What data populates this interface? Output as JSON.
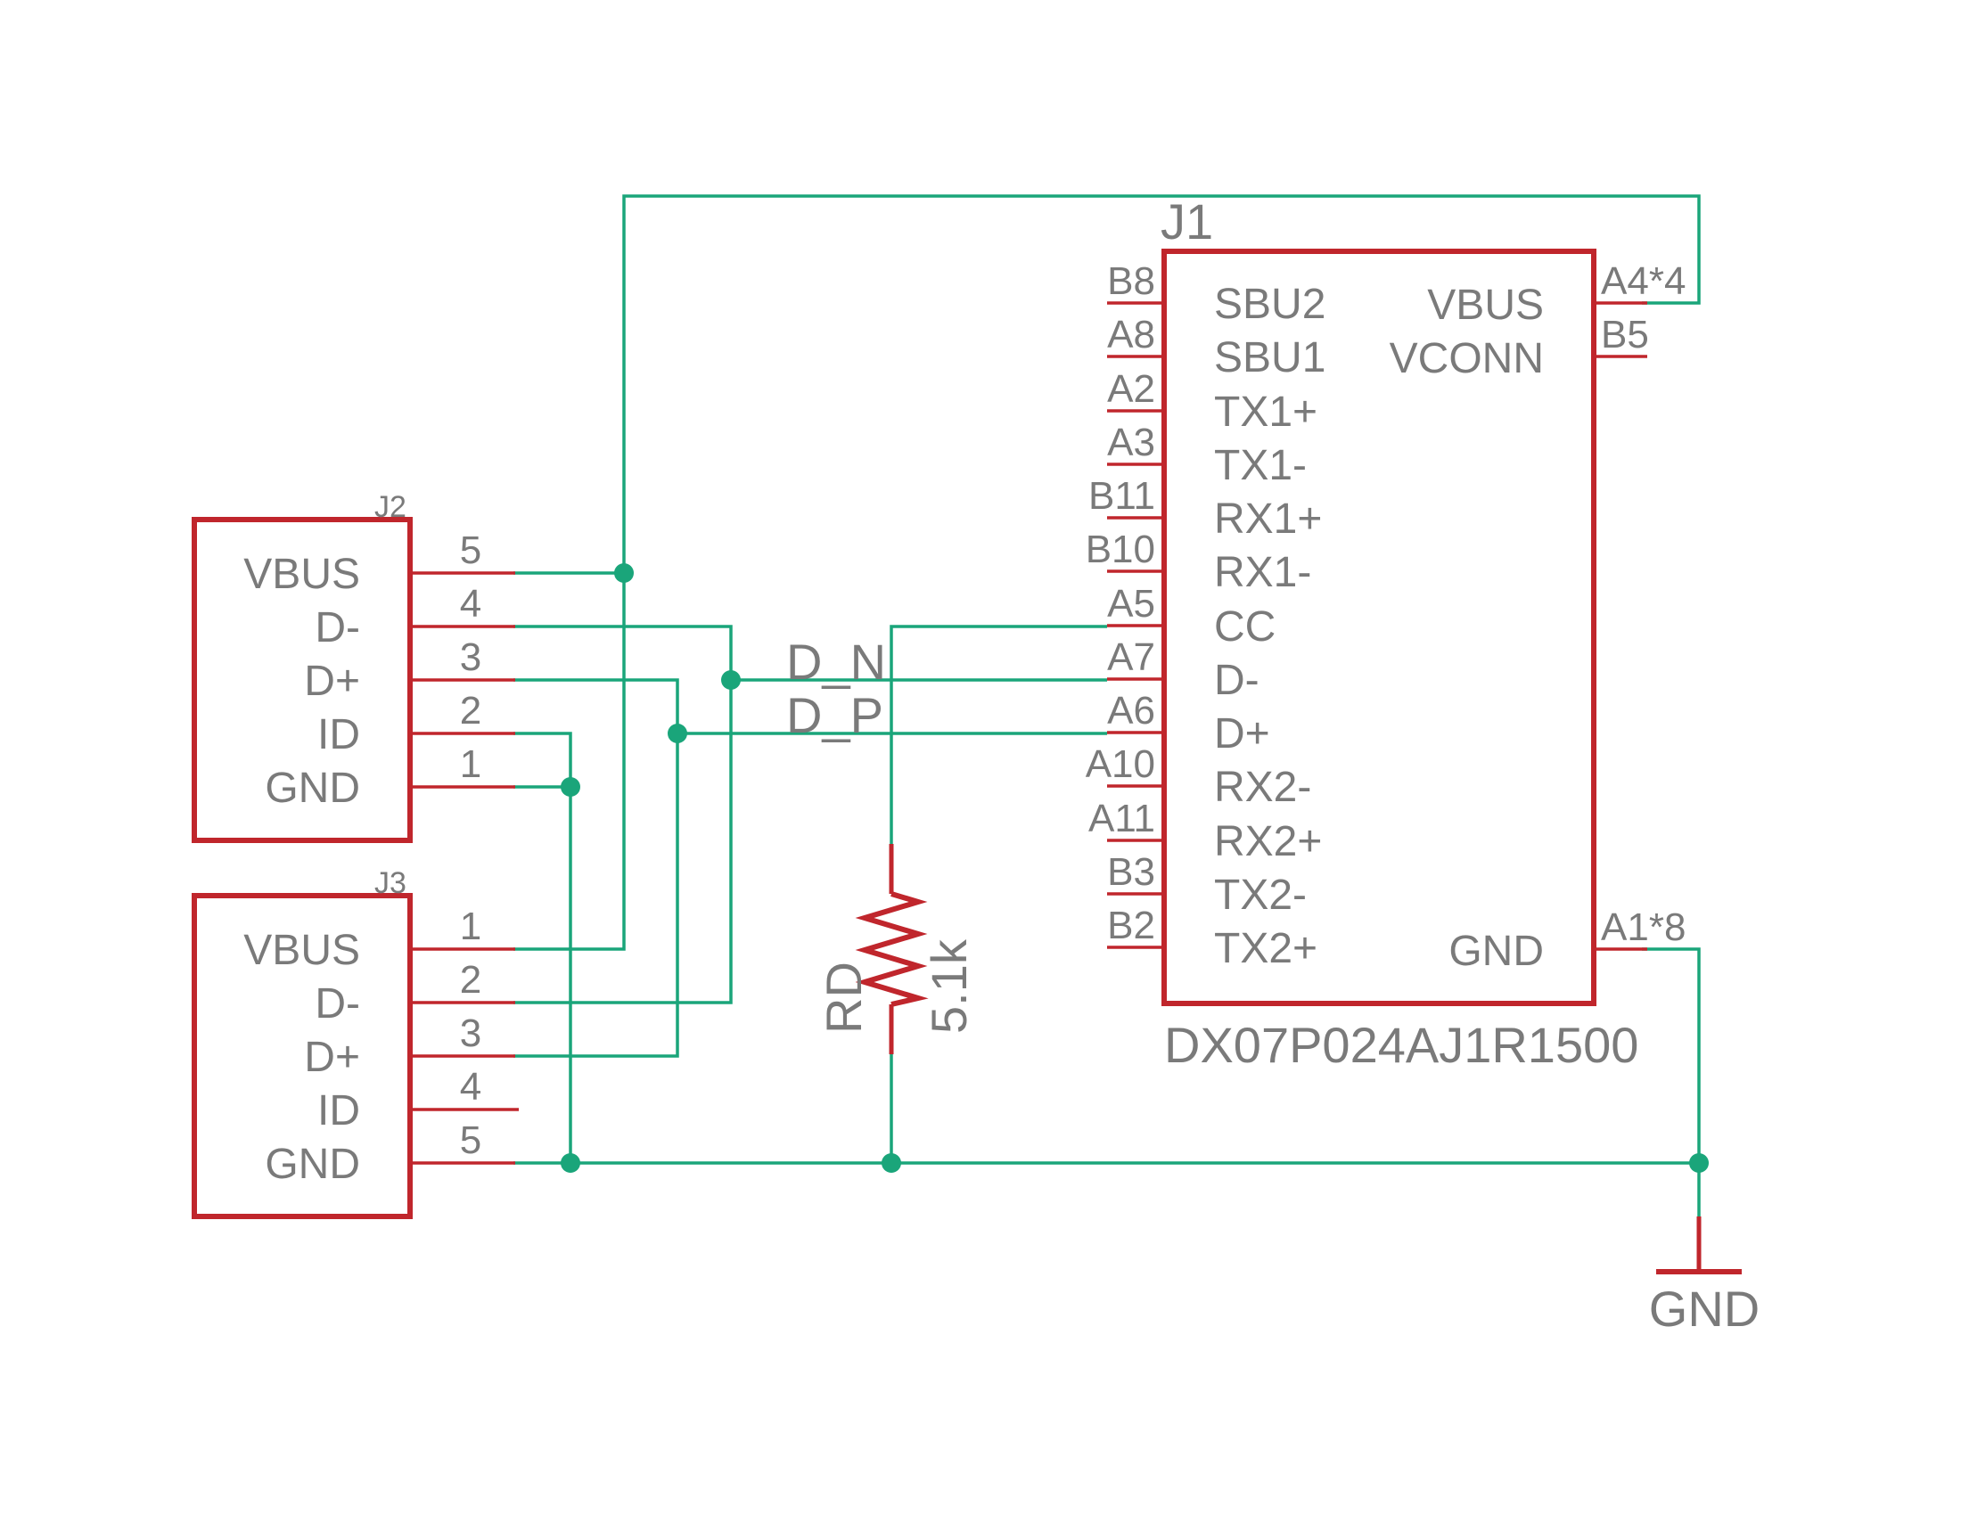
{
  "j1": {
    "ref": "J1",
    "value": "DX07P024AJ1R1500",
    "left_pins": [
      {
        "num": "B8",
        "name": "SBU2"
      },
      {
        "num": "A8",
        "name": "SBU1"
      },
      {
        "num": "A2",
        "name": "TX1+"
      },
      {
        "num": "A3",
        "name": "TX1-"
      },
      {
        "num": "B11",
        "name": "RX1+"
      },
      {
        "num": "B10",
        "name": "RX1-"
      },
      {
        "num": "A5",
        "name": "CC"
      },
      {
        "num": "A7",
        "name": "D-"
      },
      {
        "num": "A6",
        "name": "D+"
      },
      {
        "num": "A10",
        "name": "RX2-"
      },
      {
        "num": "A11",
        "name": "RX2+"
      },
      {
        "num": "B3",
        "name": "TX2-"
      },
      {
        "num": "B2",
        "name": "TX2+"
      }
    ],
    "right_pins": [
      {
        "num": "A4*4",
        "name": "VBUS"
      },
      {
        "num": "B5",
        "name": "VCONN"
      },
      {
        "num": "A1*8",
        "name": "GND"
      }
    ]
  },
  "j2": {
    "ref": "J2",
    "pins": [
      {
        "num": "5",
        "name": "VBUS"
      },
      {
        "num": "4",
        "name": "D-"
      },
      {
        "num": "3",
        "name": "D+"
      },
      {
        "num": "2",
        "name": "ID"
      },
      {
        "num": "1",
        "name": "GND"
      }
    ]
  },
  "j3": {
    "ref": "J3",
    "pins": [
      {
        "num": "1",
        "name": "VBUS"
      },
      {
        "num": "2",
        "name": "D-"
      },
      {
        "num": "3",
        "name": "D+"
      },
      {
        "num": "4",
        "name": "ID"
      },
      {
        "num": "5",
        "name": "GND"
      }
    ]
  },
  "resistor": {
    "ref": "RD",
    "value": "5.1k"
  },
  "nets": {
    "d_n": "D_N",
    "d_p": "D_P"
  },
  "gnd": {
    "label": "GND"
  },
  "colors": {
    "symbol": "#c0262c",
    "wire": "#1aa57a",
    "text": "#7a7a7a"
  }
}
